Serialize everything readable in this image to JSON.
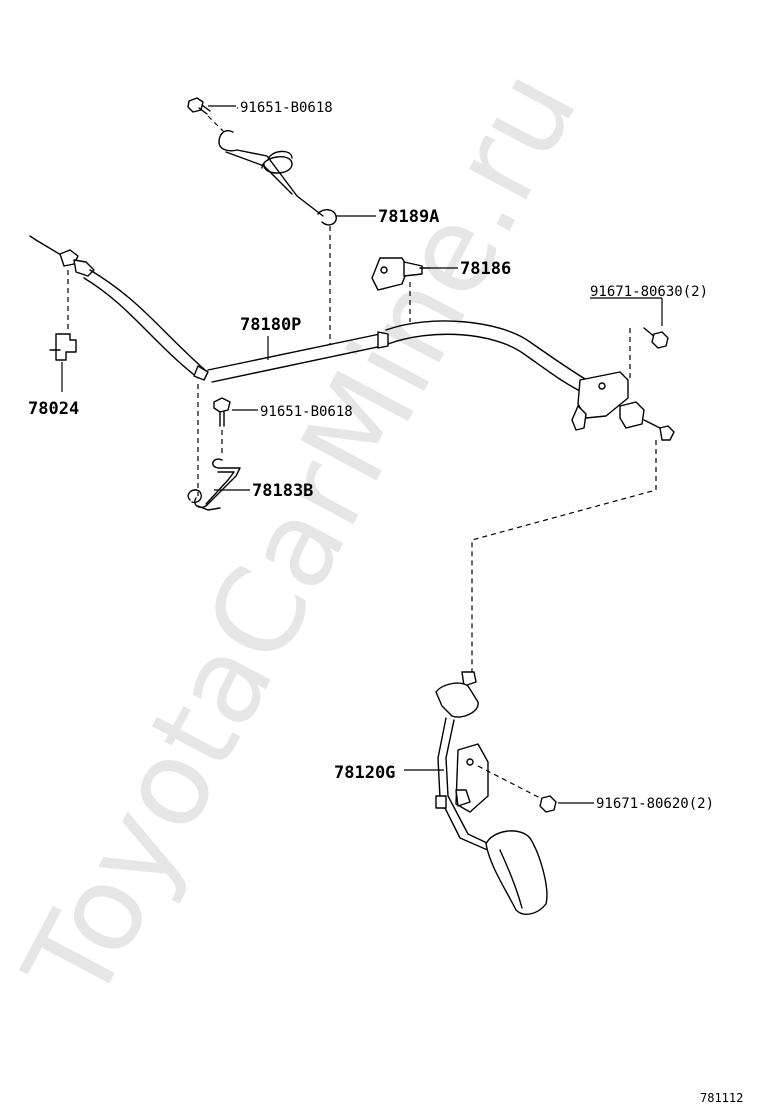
{
  "watermark": "ToyotaCarMine.ru",
  "diagram_code": "781112",
  "parts": {
    "clip_upper_bolt": "91651-B0618",
    "spring_a": "78189A",
    "bracket_78186": "78186",
    "bolt_upper_right": "91671-80630(2)",
    "cable": "78180P",
    "connector": "78024",
    "clip_lower_bolt": "91651-B0618",
    "clamp_b": "78183B",
    "pedal_assy": "78120G",
    "bolt_pedal": "91671-80620(2)"
  }
}
